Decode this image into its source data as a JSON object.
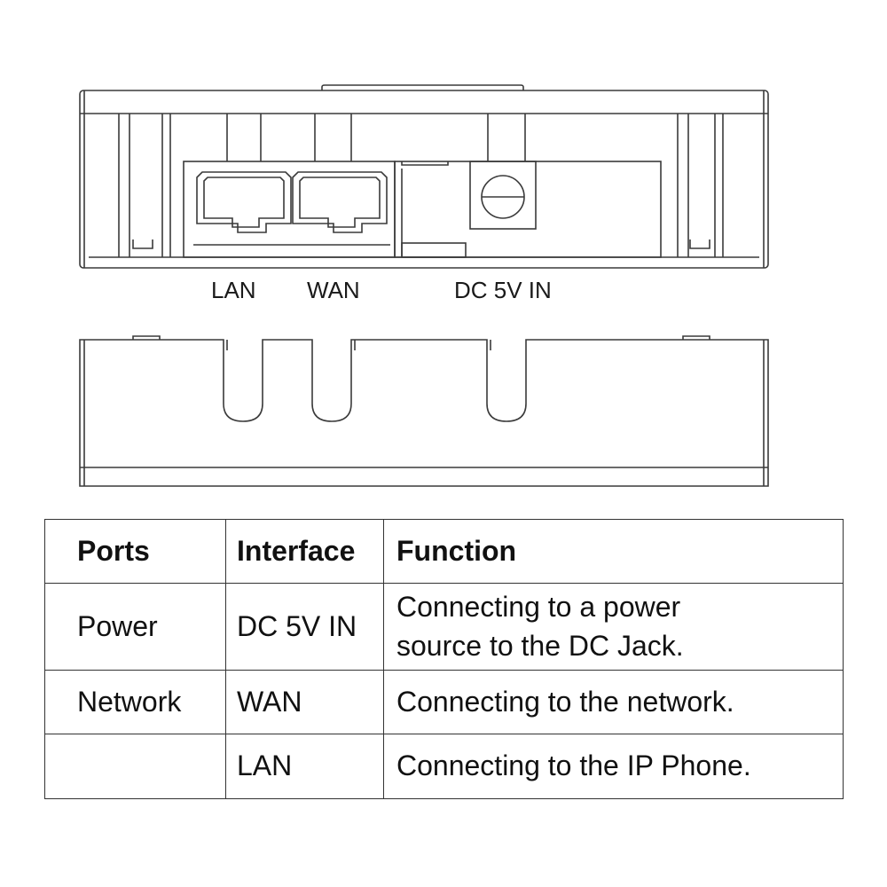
{
  "labels": {
    "lan": "LAN",
    "wan": "WAN",
    "dc": "DC 5V IN"
  },
  "table": {
    "headers": [
      "Ports",
      "Interface",
      "Function"
    ],
    "rows": [
      {
        "port": "Power",
        "interface": "DC 5V IN",
        "function_line1": "Connecting to a power",
        "function_line2": "source to the DC Jack."
      },
      {
        "port": "Network",
        "interface": "WAN",
        "function_line1": "Connecting to the network.",
        "function_line2": ""
      },
      {
        "port": "",
        "interface": "LAN",
        "function_line1": "Connecting to the IP Phone.",
        "function_line2": ""
      }
    ]
  },
  "colors": {
    "line": "#3a3a3a",
    "background": "#ffffff"
  }
}
